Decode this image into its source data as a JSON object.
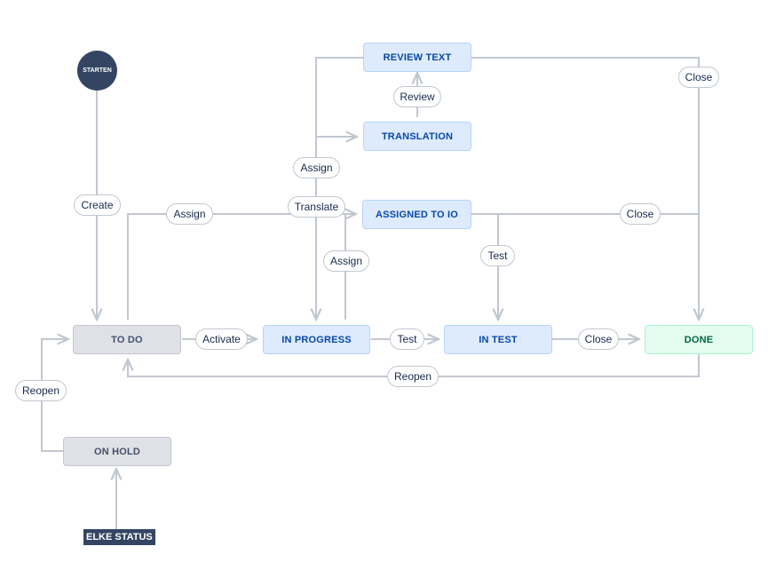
{
  "colors": {
    "edge": "#c1c7d0",
    "todo_fill": "#dfe1e6",
    "inprogress_fill": "#deebff",
    "done_fill": "#e3fcef",
    "start_fill": "#344563"
  },
  "start": {
    "label": "STARTEN"
  },
  "statuses": {
    "todo": "TO DO",
    "in_progress": "IN PROGRESS",
    "in_test": "IN TEST",
    "done": "DONE",
    "on_hold": "ON HOLD",
    "review_text": "REVIEW TEXT",
    "translation": "TRANSLATION",
    "assigned_to_io": "ASSIGNED TO IO"
  },
  "transitions": {
    "create": "Create",
    "assign_todo": "Assign",
    "translate": "Translate",
    "assign_upper": "Assign",
    "review": "Review",
    "close_top": "Close",
    "close_mid": "Close",
    "test_upper": "Test",
    "assign_lower": "Assign",
    "activate": "Activate",
    "test_lower": "Test",
    "close_bottom": "Close",
    "reopen_bottom": "Reopen",
    "reopen_left": "Reopen"
  },
  "footer": {
    "tag": "ELKE STATUS"
  }
}
